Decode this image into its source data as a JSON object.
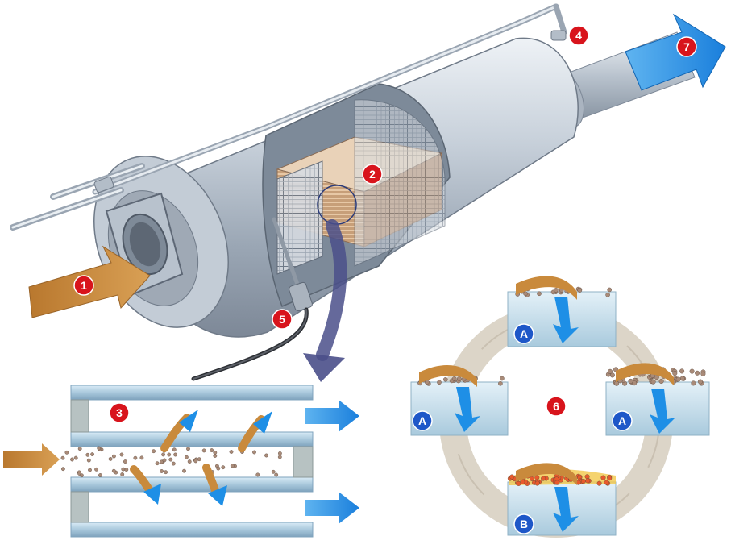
{
  "markers": {
    "m1": "1",
    "m2": "2",
    "m3": "3",
    "m4": "4",
    "m5": "5",
    "m6": "6",
    "m7": "7",
    "a_top": "A",
    "a_left": "A",
    "a_right": "A",
    "b_bottom": "B"
  },
  "colors": {
    "marker_red": "#d8141c",
    "marker_blue": "#1e57c8",
    "exhaust_brown": "#c98a3c",
    "clean_blue": "#1e8fe6",
    "steel": "#b9c3cf",
    "ring": "#dcd5c8",
    "filter_block": "#cfe4ef",
    "soot": "#8a6d5c",
    "burning": "#e85a2c"
  },
  "icons": {
    "inlet": "brown-arrow-icon",
    "outlet": "blue-arrow-icon",
    "soot": "soot-particle-icon"
  }
}
